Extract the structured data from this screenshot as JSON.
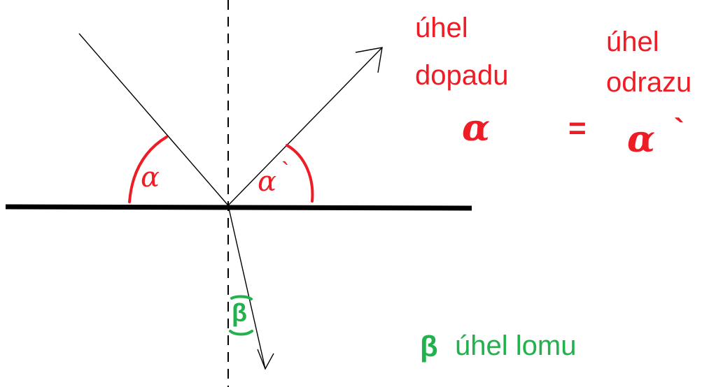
{
  "labels": {
    "incidence_line1": "úhel",
    "incidence_line2": "dopadu",
    "reflection_line1": "úhel",
    "reflection_line2": "odrazu",
    "alpha": "α",
    "equals": "=",
    "alpha_prime": "α",
    "prime_mark": "`",
    "beta_symbol": "β",
    "refraction": "úhel lomu"
  },
  "colors": {
    "red": "#ee1c24",
    "green": "#22b14c",
    "black": "#000000"
  }
}
